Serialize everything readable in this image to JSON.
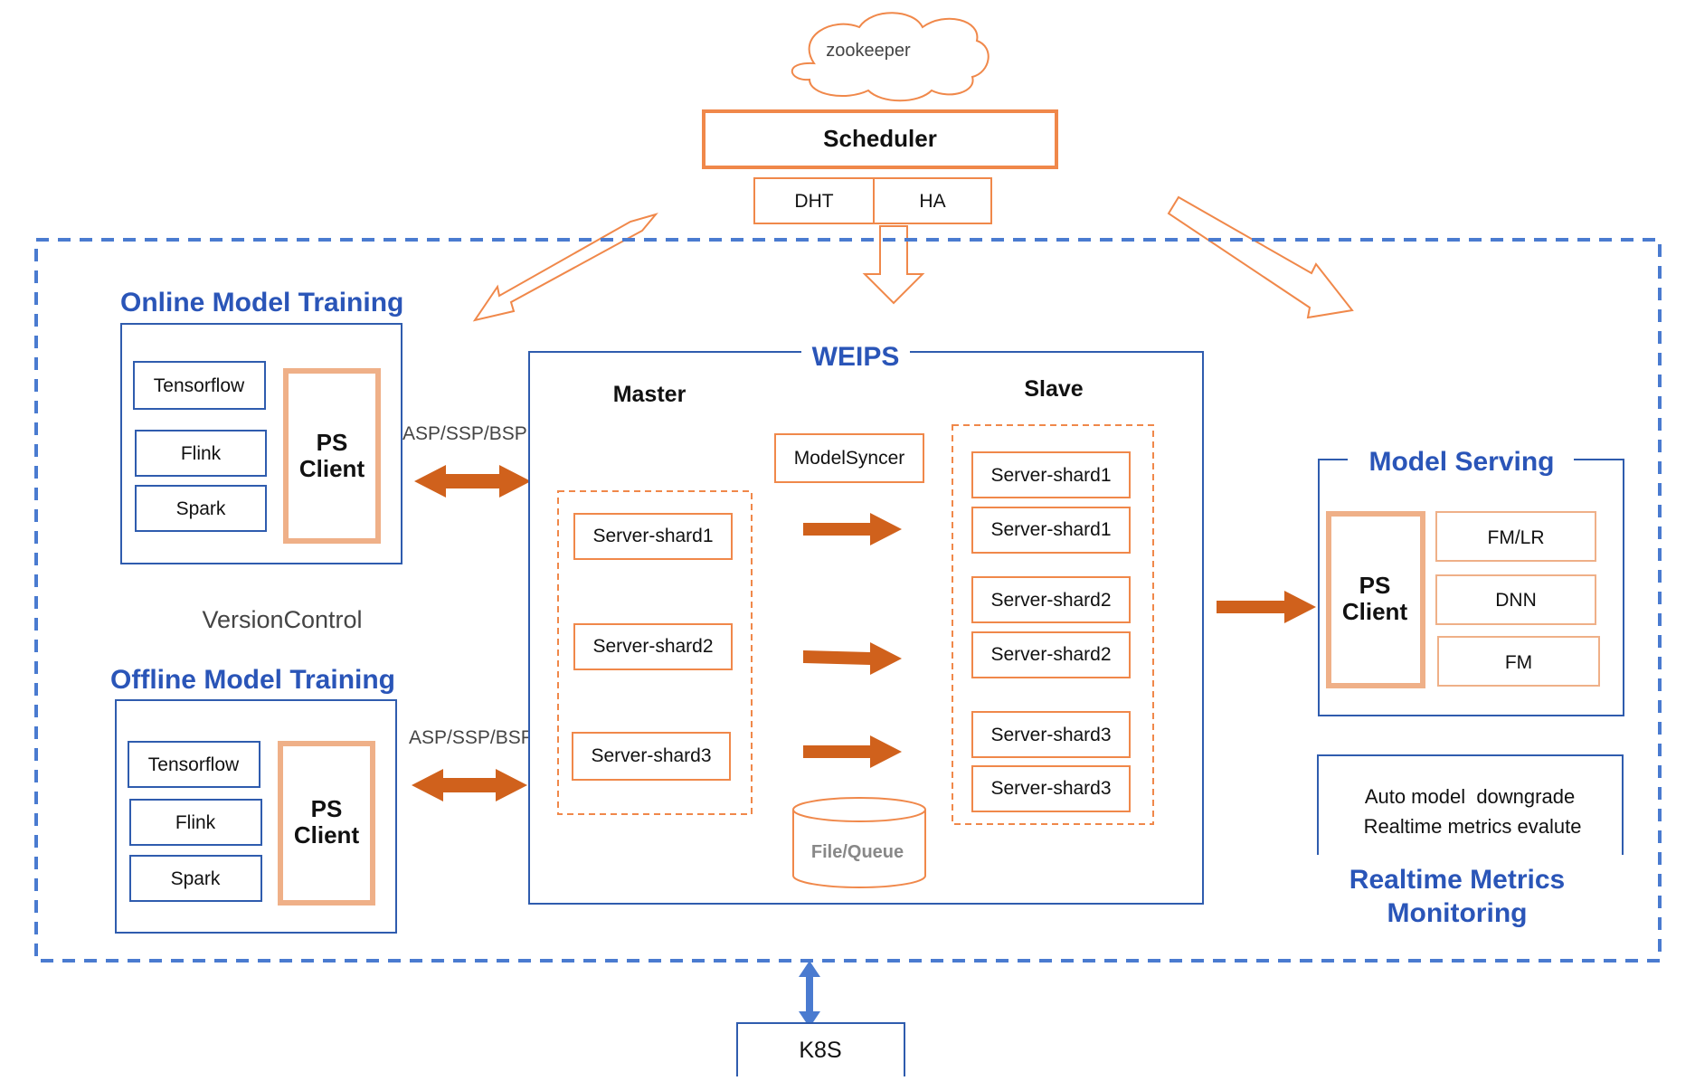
{
  "top": {
    "zookeeper": "zookeeper",
    "scheduler": "Scheduler",
    "dht": "DHT",
    "ha": "HA"
  },
  "online": {
    "title": "Online Model Training",
    "frameworks": [
      "Tensorflow",
      "Flink",
      "Spark"
    ],
    "ps_client": [
      "PS",
      "Client"
    ],
    "protocol": "ASP/SSP/BSP"
  },
  "version_control": "VersionControl",
  "offline": {
    "title": "Offline Model Training",
    "frameworks": [
      "Tensorflow",
      "Flink",
      "Spark"
    ],
    "ps_client": [
      "PS",
      "Client"
    ],
    "protocol": "ASP/SSP/BSP"
  },
  "weips": {
    "title": "WEIPS",
    "master_label": "Master",
    "slave_label": "Slave",
    "model_syncer": "ModelSyncer",
    "master_shards": [
      "Server-shard1",
      "Server-shard2",
      "Server-shard3"
    ],
    "slave_shards": [
      "Server-shard1",
      "Server-shard1",
      "Server-shard2",
      "Server-shard2",
      "Server-shard3",
      "Server-shard3"
    ],
    "storage": "File/Queue"
  },
  "serving": {
    "title": "Model Serving",
    "ps_client": [
      "PS",
      "Client"
    ],
    "models": [
      "FM/LR",
      "DNN",
      "FM"
    ]
  },
  "metrics": {
    "lines": [
      "Auto model  downgrade",
      "Realtime metrics evalute"
    ],
    "title": [
      "Realtime Metrics",
      "Monitoring"
    ]
  },
  "k8s": "K8S",
  "colors": {
    "accent_orange": "#f0884a",
    "arrow_orange": "#d0611c",
    "blue": "#2a55b8",
    "dashed_blue": "#4a7bd0",
    "light_orange": "#efb088"
  }
}
